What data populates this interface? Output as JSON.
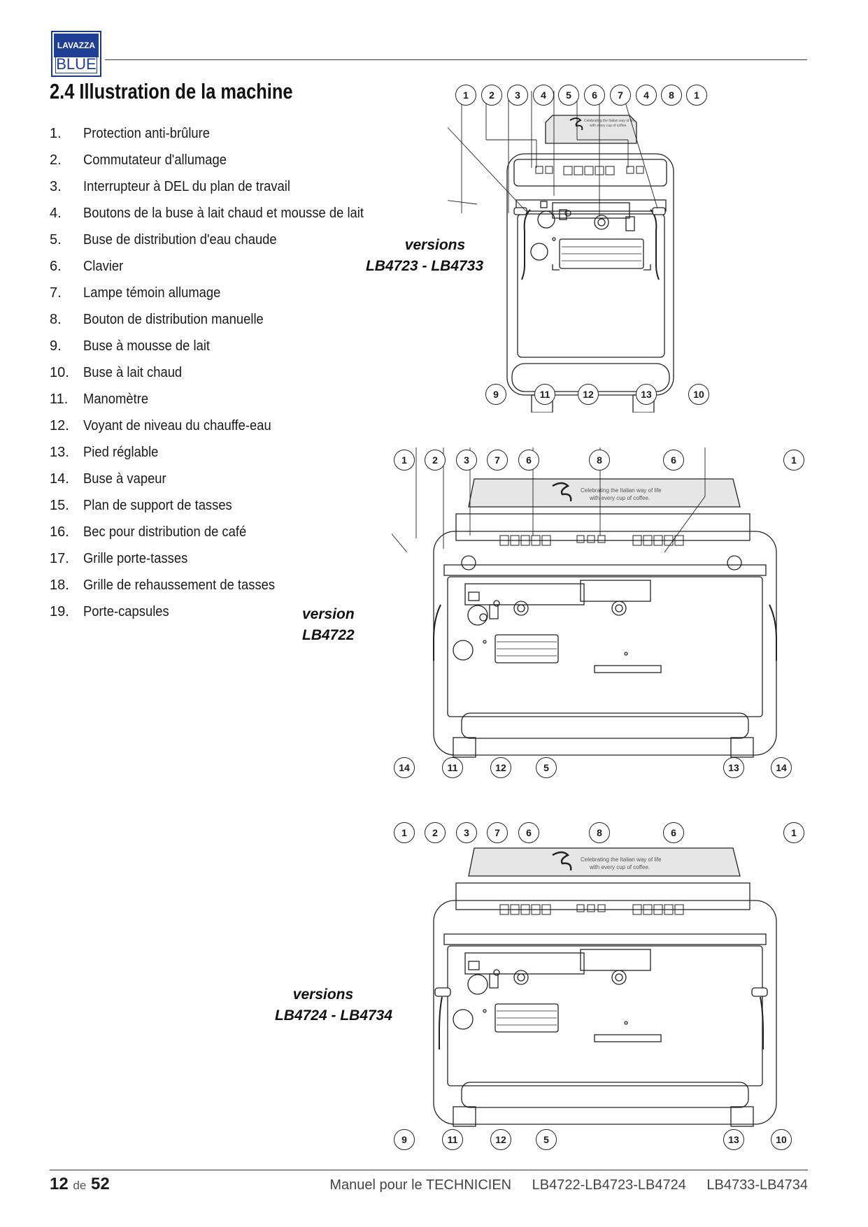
{
  "logo": {
    "brand_top": "LAVAZZA",
    "brand_bottom": "BLUE"
  },
  "section": {
    "number": "2.4",
    "title": "Illustration de la machine"
  },
  "parts": [
    {
      "n": "1.",
      "label": "Protection anti-brûlure"
    },
    {
      "n": "2.",
      "label": "Commutateur d'allumage"
    },
    {
      "n": "3.",
      "label": "Interrupteur à DEL du plan de travail"
    },
    {
      "n": "4.",
      "label": "Boutons de la buse à lait chaud et mousse de lait"
    },
    {
      "n": "5.",
      "label": "Buse de distribution d'eau chaude"
    },
    {
      "n": "6.",
      "label": "Clavier"
    },
    {
      "n": "7.",
      "label": "Lampe témoin allumage"
    },
    {
      "n": "8.",
      "label": "Bouton de distribution manuelle"
    },
    {
      "n": "9.",
      "label": "Buse à mousse de lait"
    },
    {
      "n": "10.",
      "label": "Buse à lait chaud"
    },
    {
      "n": "11.",
      "label": "Manomètre"
    },
    {
      "n": "12.",
      "label": "Voyant de niveau du chauffe-eau"
    },
    {
      "n": "13.",
      "label": "Pied réglable"
    },
    {
      "n": "14.",
      "label": "Buse à vapeur"
    },
    {
      "n": "15.",
      "label": "Plan de support de tasses"
    },
    {
      "n": "16.",
      "label": "Bec pour distribution de café"
    },
    {
      "n": "17.",
      "label": "Grille porte-tasses"
    },
    {
      "n": "18.",
      "label": "Grille de rehaussement de tasses"
    },
    {
      "n": "19.",
      "label": "Porte-capsules"
    }
  ],
  "versions": [
    {
      "line1": "versions",
      "line2": "LB4723 - LB4733"
    },
    {
      "line1": "version",
      "line2": "LB4722"
    },
    {
      "line1": "versions",
      "line2": "LB4724 - LB4734"
    }
  ],
  "diagrams": [
    {
      "top_callouts": [
        "1",
        "2",
        "3",
        "4",
        "5",
        "6",
        "7",
        "4",
        "8",
        "1"
      ],
      "bottom_callouts": [
        "9",
        "11",
        "12",
        "13",
        "10"
      ]
    },
    {
      "top_callouts": [
        "1",
        "2",
        "3",
        "7",
        "6",
        "8",
        "6",
        "1"
      ],
      "bottom_callouts": [
        "14",
        "11",
        "12",
        "5",
        "13",
        "14"
      ]
    },
    {
      "top_callouts": [
        "1",
        "2",
        "3",
        "7",
        "6",
        "8",
        "6",
        "1"
      ],
      "bottom_callouts": [
        "9",
        "11",
        "12",
        "5",
        "13",
        "10"
      ]
    }
  ],
  "panel_slogan": {
    "line1": "Celebrating the Italian way of life",
    "line2": "with every cup of coffee."
  },
  "footer": {
    "page_current": "12",
    "page_sep": "de",
    "page_total": "52",
    "manual": "Manuel pour le TECHNICIEN",
    "models1": "LB4722-LB4723-LB4724",
    "models2": "LB4733-LB4734"
  }
}
